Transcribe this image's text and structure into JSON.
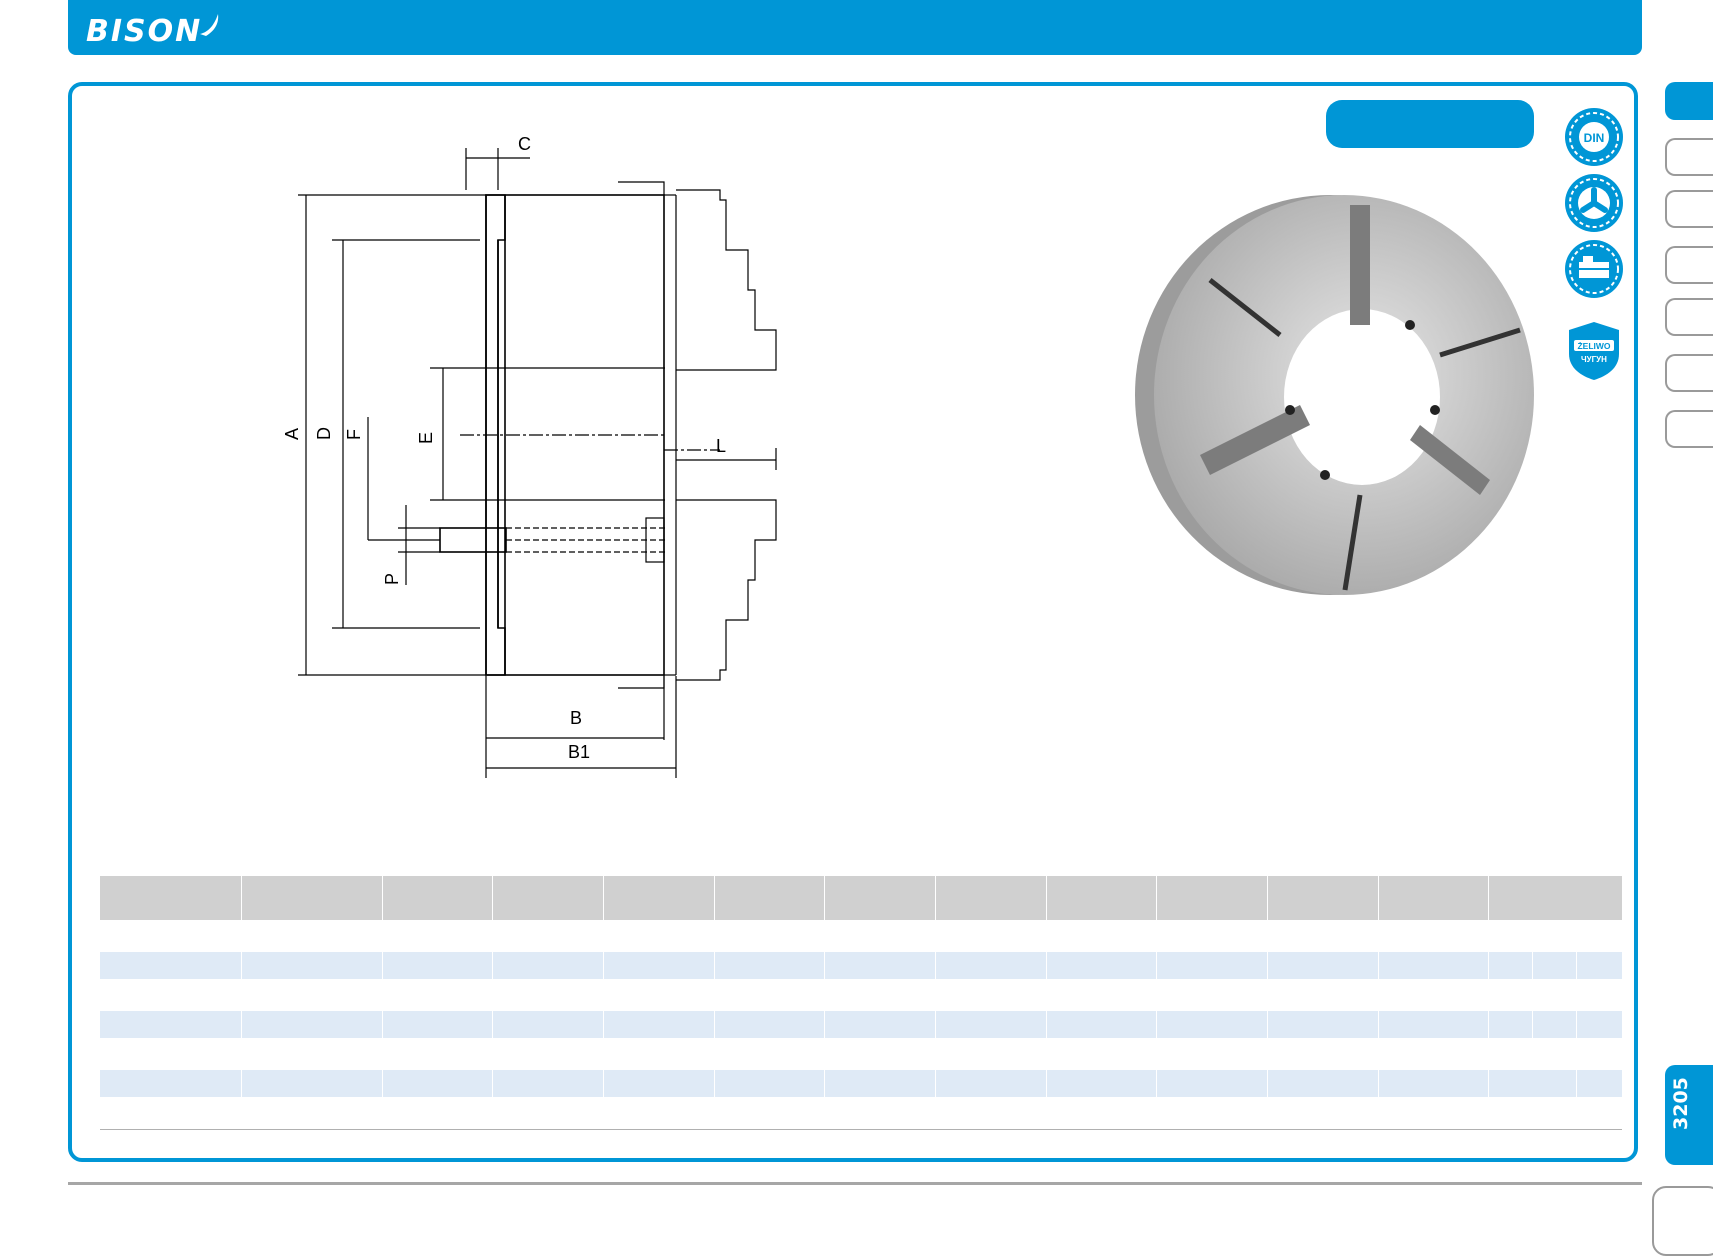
{
  "header": {
    "brand": "BISON"
  },
  "drawing_labels": {
    "a": "A",
    "b": "B",
    "b1": "B1",
    "c": "C",
    "d": "D",
    "e": "E",
    "f": "F",
    "l": "L",
    "p": "P"
  },
  "badges": {
    "din": "DIN",
    "zeliwo": "ŻELIWO",
    "chugun": "ЧУГУН"
  },
  "page": {
    "number": "3205"
  },
  "colors": {
    "accent": "#0096d6",
    "table_header": "#d0d0d0",
    "table_row": "#dfeaf6",
    "tab_border": "#9a9a9a"
  },
  "icons": [
    "bison-horn-logo",
    "din-badge-icon",
    "three-jaw-badge-icon",
    "lathe-badge-icon",
    "cast-iron-badge-icon"
  ]
}
